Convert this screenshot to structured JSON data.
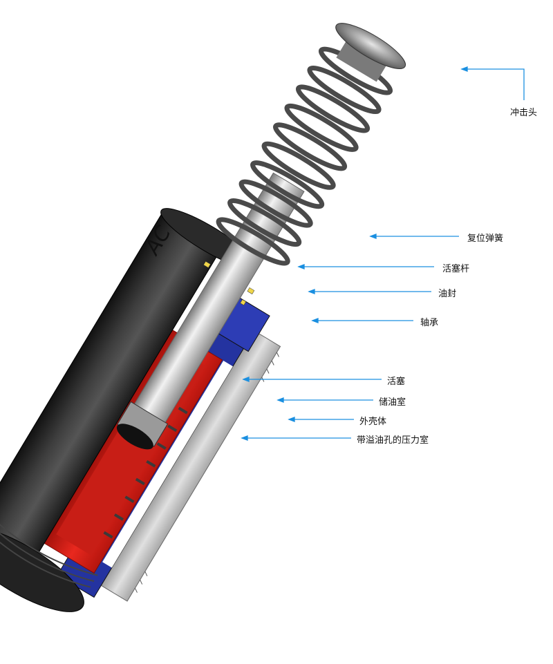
{
  "labels": {
    "impact_head": "冲击头",
    "return_spring": "复位弹簧",
    "piston_rod": "活塞杆",
    "oil_seal": "油封",
    "bearing": "轴承",
    "piston": "活塞",
    "oil_reservoir": "储油室",
    "outer_housing": "外壳体",
    "pressure_chamber": "带溢油孔的压力室"
  },
  "body_marking": "AC",
  "colors": {
    "leader_line": "#1a8fe0",
    "housing": "#2b2b2b",
    "red_section": "#e3241b",
    "blue_section": "#2433a0",
    "rod_steel": "#c8c8c8",
    "outer_sleeve": "#bdbdbd"
  }
}
